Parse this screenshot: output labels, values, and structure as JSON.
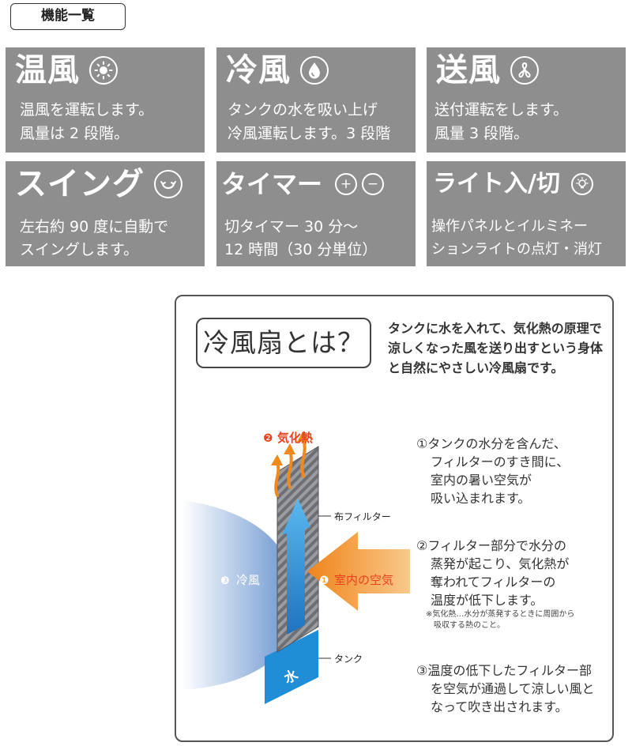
{
  "tag": "機能一覧",
  "features": [
    {
      "title": "温風",
      "icon": "sun-icon",
      "lines": [
        "温風を運転します。",
        "風量は 2 段階。"
      ]
    },
    {
      "title": "冷風",
      "icon": "water-drop-icon",
      "lines": [
        "タンクの水を吸い上げ",
        "冷風運転します。3 段階"
      ]
    },
    {
      "title": "送風",
      "icon": "fan-icon",
      "lines": [
        "送付運転をします。",
        "風量 3 段階。"
      ]
    },
    {
      "title": "スイング",
      "icon": "swing-icon",
      "lines": [
        "左右約 90 度に自動で",
        "スイングします。"
      ]
    },
    {
      "title": "タイマー",
      "icon": "plus-minus-icon",
      "icon_plus": "+",
      "icon_minus": "−",
      "lines": [
        "切タイマー 30 分〜",
        "12 時間（30 分単位）"
      ]
    },
    {
      "title": "ライト入/切",
      "icon": "light-bulb-icon",
      "lines": [
        "操作パネルとイルミネー",
        "ションライトの点灯・消灯"
      ]
    }
  ],
  "explain": {
    "title": "冷風扇とは？",
    "intro": "タンクに水を入れて、気化熱の原理で涼しくなった風を送り出すという身体と自然にやさしい冷風扇です。",
    "diagram": {
      "num1": "❶",
      "num2": "❷",
      "num3": "❸",
      "label_indoor_air": "室内の空気",
      "label_heat": "気化熱",
      "label_cool_air": "冷風",
      "label_filter": "布フィルター",
      "label_tank": "タンク",
      "label_water": "水",
      "colors": {
        "orange": "#f08a1c",
        "red_text": "#e8421f",
        "blue": "#1f8ed6",
        "light_blue": "#8fb2dc"
      }
    },
    "step1": [
      "①タンクの水分を含んだ、",
      "フィルターのすき間に、",
      "室内の暑い空気が",
      "吸い込まれます。"
    ],
    "step2": [
      "②フィルター部分で水分の",
      "蒸発が起こり、気化熱が",
      "奪われてフィルターの",
      "温度が低下します。"
    ],
    "note": [
      "※気化熱…水分が蒸発するときに周囲から",
      "吸収する熱のこと。"
    ],
    "step3": [
      "③温度の低下したフィルター部",
      "を空気が通過して涼しい風と",
      "なって吹き出されます。"
    ]
  }
}
